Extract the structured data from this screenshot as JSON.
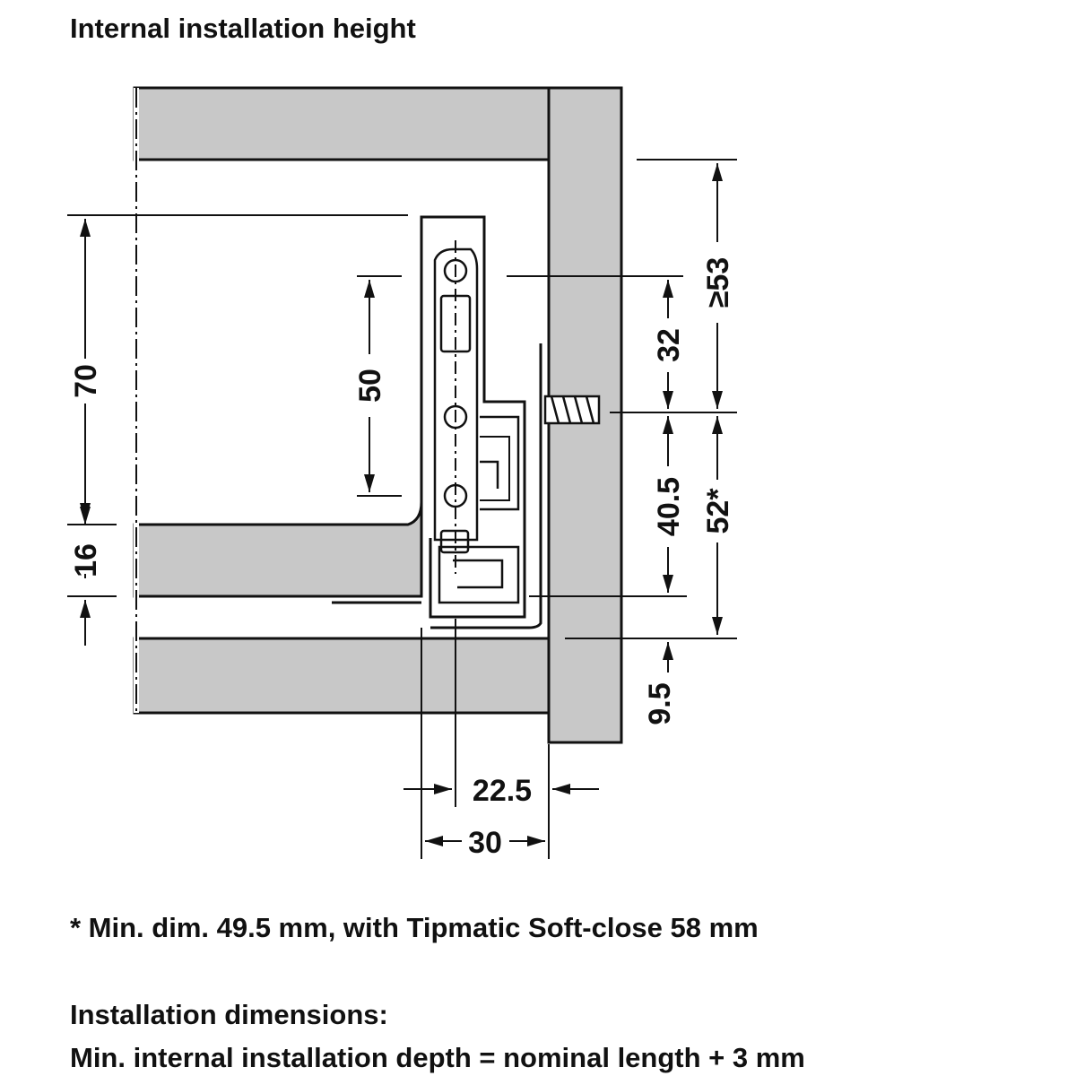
{
  "title": "Internal installation height",
  "dimensions": {
    "d70": "70",
    "d16": "16",
    "d50": "50",
    "d32": "32",
    "d40_5": "40.5",
    "d53": "≥53",
    "d52": "52*",
    "d9_5": "9.5",
    "d22_5": "22.5",
    "d30": "30"
  },
  "footnote": "* Min. dim. 49.5 mm, with Tipmatic Soft-close 58 mm",
  "installation_heading": "Installation dimensions:",
  "installation_depth": "Min. internal installation depth = nominal length + 3 mm",
  "colors": {
    "panel": "#c8c8c8",
    "line": "#111111"
  }
}
